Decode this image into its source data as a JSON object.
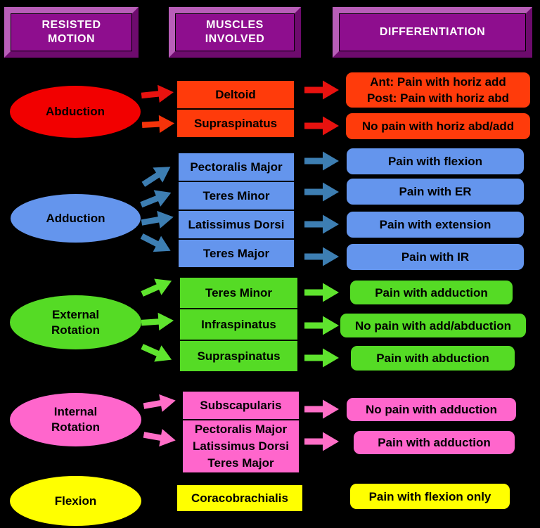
{
  "headers": [
    {
      "lines": [
        "RESISTED",
        "MOTION"
      ]
    },
    {
      "lines": [
        "MUSCLES",
        "INVOLVED"
      ]
    },
    {
      "lines": [
        "DIFFERENTIATION"
      ]
    }
  ],
  "sections": [
    {
      "motion": {
        "lines": [
          "Abduction"
        ]
      },
      "muscles": [
        {
          "lines": [
            "Deltoid"
          ]
        },
        {
          "lines": [
            "Supraspinatus"
          ]
        }
      ],
      "diffs": [
        {
          "lines": [
            "Ant: Pain with horiz add",
            "Post: Pain with horiz abd"
          ]
        },
        {
          "lines": [
            "No pain with horiz abd/add"
          ]
        }
      ]
    },
    {
      "motion": {
        "lines": [
          "Adduction"
        ]
      },
      "muscles": [
        {
          "lines": [
            "Pectoralis Major"
          ]
        },
        {
          "lines": [
            "Teres Minor"
          ]
        },
        {
          "lines": [
            "Latissimus Dorsi"
          ]
        },
        {
          "lines": [
            "Teres Major"
          ]
        }
      ],
      "diffs": [
        {
          "lines": [
            "Pain with flexion"
          ]
        },
        {
          "lines": [
            "Pain with ER"
          ]
        },
        {
          "lines": [
            "Pain with extension"
          ]
        },
        {
          "lines": [
            "Pain with IR"
          ]
        }
      ]
    },
    {
      "motion": {
        "lines": [
          "External",
          "Rotation"
        ]
      },
      "muscles": [
        {
          "lines": [
            "Teres Minor"
          ]
        },
        {
          "lines": [
            "Infraspinatus"
          ]
        },
        {
          "lines": [
            "Supraspinatus"
          ]
        }
      ],
      "diffs": [
        {
          "lines": [
            "Pain with adduction"
          ]
        },
        {
          "lines": [
            "No pain with add/abduction"
          ]
        },
        {
          "lines": [
            "Pain with abduction"
          ]
        }
      ]
    },
    {
      "motion": {
        "lines": [
          "Internal",
          "Rotation"
        ]
      },
      "muscles": [
        {
          "lines": [
            "Subscapularis"
          ]
        },
        {
          "lines": [
            "Pectoralis Major",
            "Latissimus Dorsi",
            "Teres Major"
          ]
        }
      ],
      "diffs": [
        {
          "lines": [
            "No pain with adduction"
          ]
        },
        {
          "lines": [
            "Pain with adduction"
          ]
        }
      ]
    },
    {
      "motion": {
        "lines": [
          "Flexion"
        ]
      },
      "muscles": [
        {
          "lines": [
            "Coracobrachialis"
          ]
        }
      ],
      "diffs": [
        {
          "lines": [
            "Pain with flexion only"
          ]
        }
      ]
    }
  ],
  "colors": {
    "background": "#000000",
    "header_face": "#8E0E8E",
    "header_bevel_light": "#B85EB8",
    "header_bevel_dark": "#6E0B6E",
    "header_text": "#FFFFFF",
    "abduction_ellipse": "#F20000",
    "abduction_box": "#FF3B0B",
    "abduction_arrow": "#E8120F",
    "adduction_fill": "#6495ED",
    "adduction_arrow": "#3D7EB2",
    "external_rotation_fill": "#55DB25",
    "external_rotation_arrow": "#5FE42E",
    "internal_rotation_fill": "#FF66CC",
    "internal_rotation_arrow": "#FF6EC7",
    "flexion_fill": "#FFFF00",
    "box_text": "#000000"
  }
}
